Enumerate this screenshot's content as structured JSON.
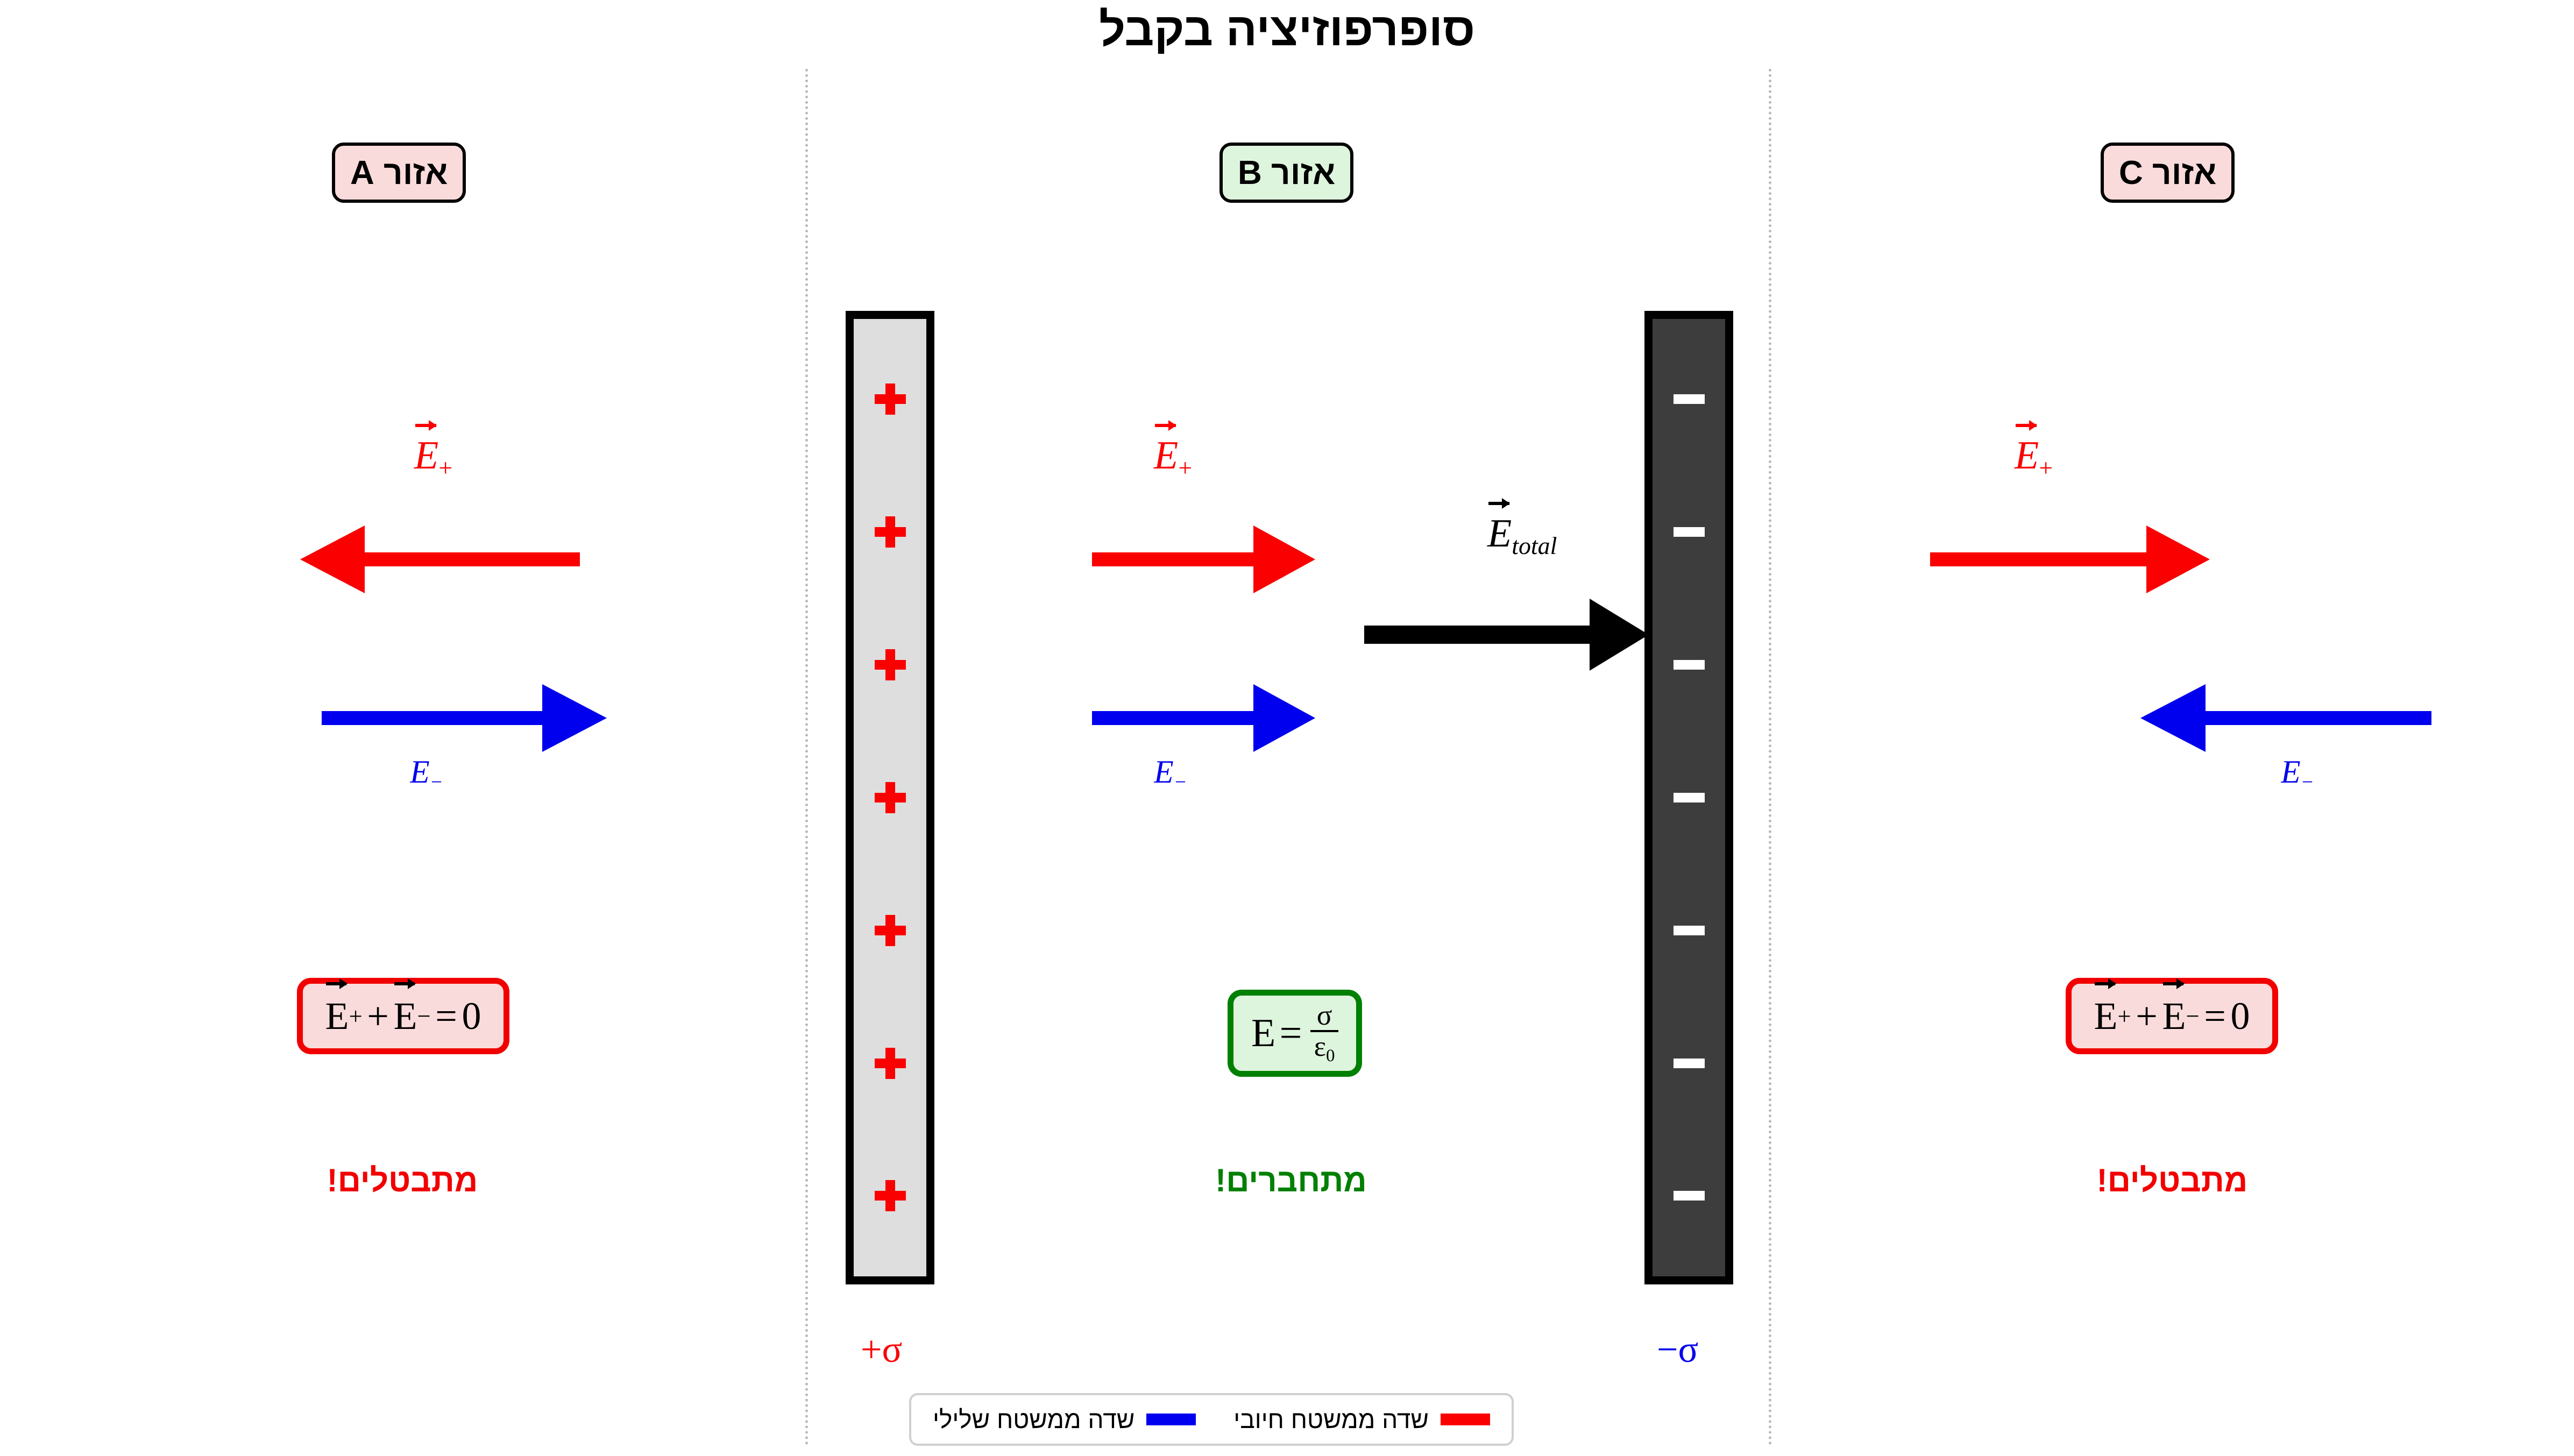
{
  "title": "סופרפוזיציה בקבל",
  "regions": [
    {
      "id": "A",
      "badge_label": "אזור A",
      "badge_color": "#fadbdb",
      "red_arrow_label": "E₊",
      "blue_arrow_label": "E₋",
      "red_direction": "left",
      "blue_direction": "right",
      "formula": "E₊ + E₋ = 0",
      "formula_border": "#f20000",
      "formula_bg": "#fadbdb",
      "verdict": "מתבטלים!",
      "verdict_color": "#f20000"
    },
    {
      "id": "B",
      "badge_label": "אזור B",
      "badge_color": "#ddf5dd",
      "red_arrow_label": "E₊",
      "blue_arrow_label": "E₋",
      "red_direction": "right",
      "blue_direction": "right",
      "total_arrow_label": "E_total",
      "formula": "E = σ/ε₀",
      "formula_border": "#008000",
      "formula_bg": "#ddf5dd",
      "verdict": "מתחברים!",
      "verdict_color": "#008000"
    },
    {
      "id": "C",
      "badge_label": "אזור C",
      "badge_color": "#fadbdb",
      "red_arrow_label": "E₊",
      "blue_arrow_label": "E₋",
      "red_direction": "right",
      "blue_direction": "left",
      "formula": "E₊ + E₋ = 0",
      "formula_border": "#f20000",
      "formula_bg": "#fadbdb",
      "verdict": "מתבטלים!",
      "verdict_color": "#f20000"
    }
  ],
  "plates": {
    "positive": {
      "charge_label": "+σ",
      "charge_color": "#fa0000",
      "sign": "+",
      "sign_count": 7,
      "fill": "#dedede"
    },
    "negative": {
      "charge_label": "−σ",
      "charge_color": "#0000ee",
      "sign": "−",
      "sign_count": 7,
      "fill": "#3d3d3d"
    }
  },
  "math": {
    "E": "E",
    "plus_sub": "+",
    "minus_sub": "−",
    "plus_op": "+",
    "equals": "=",
    "zero": "0",
    "sigma": "σ",
    "epsilon": "ε",
    "epsilon_sub": "0",
    "total_sub": "total"
  },
  "legend": {
    "entries": [
      {
        "label": "שדה ממשטח חיובי",
        "color": "#fa0000"
      },
      {
        "label": "שדה ממשטח שלילי",
        "color": "#0000ee"
      }
    ]
  }
}
